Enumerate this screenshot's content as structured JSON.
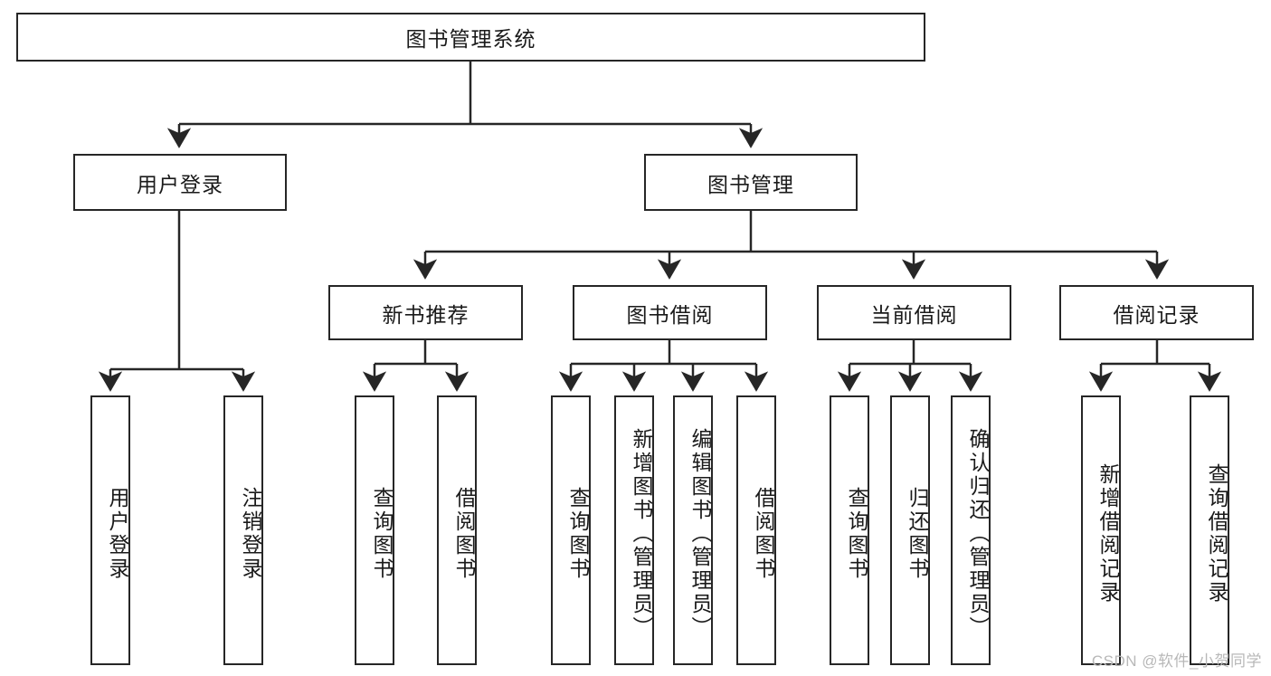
{
  "diagram": {
    "title": "图书管理系统",
    "watermark": "CSDN @软件_小贺同学",
    "colors": {
      "stroke": "#262626",
      "text": "#1a1a1a",
      "background": "#ffffff",
      "watermark": "#b8b8b8"
    },
    "levels": {
      "root": {
        "label": "图书管理系统"
      },
      "level2": [
        {
          "label": "用户登录"
        },
        {
          "label": "图书管理"
        }
      ],
      "level3": [
        {
          "label": "新书推荐"
        },
        {
          "label": "图书借阅"
        },
        {
          "label": "当前借阅"
        },
        {
          "label": "借阅记录"
        }
      ],
      "leaves": [
        {
          "label": "用户登录",
          "parent": "用户登录"
        },
        {
          "label": "注销登录",
          "parent": "用户登录"
        },
        {
          "label": "查询图书",
          "parent": "新书推荐"
        },
        {
          "label": "借阅图书",
          "parent": "新书推荐"
        },
        {
          "label": "查询图书",
          "parent": "图书借阅"
        },
        {
          "label": "新增图书（管理员）",
          "parent": "图书借阅"
        },
        {
          "label": "编辑图书（管理员）",
          "parent": "图书借阅"
        },
        {
          "label": "借阅图书",
          "parent": "图书借阅"
        },
        {
          "label": "查询图书",
          "parent": "当前借阅"
        },
        {
          "label": "归还图书",
          "parent": "当前借阅"
        },
        {
          "label": "确认归还（管理员）",
          "parent": "当前借阅"
        },
        {
          "label": "新增借阅记录",
          "parent": "借阅记录"
        },
        {
          "label": "查询借阅记录",
          "parent": "借阅记录"
        }
      ]
    }
  }
}
